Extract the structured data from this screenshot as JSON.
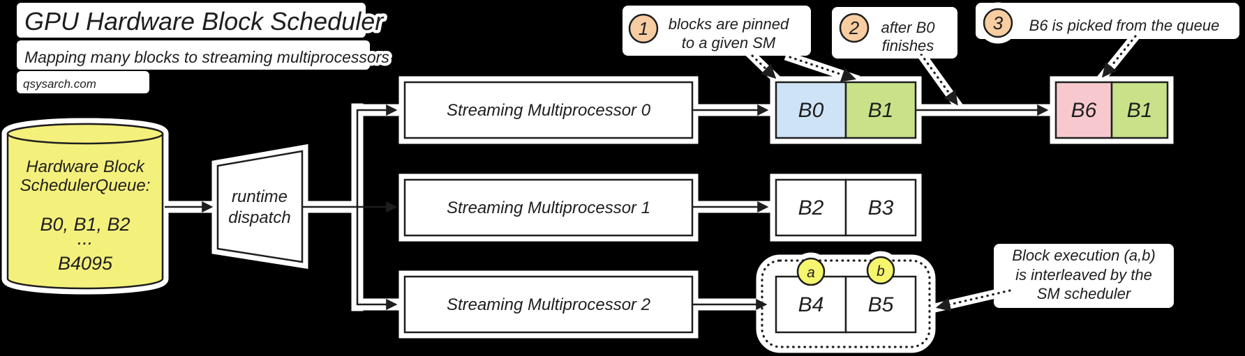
{
  "header": {
    "title": "GPU Hardware Block Scheduler",
    "subtitle": "Mapping many blocks to streaming multiprocessors",
    "site": "qsysarch.com"
  },
  "queue": {
    "title1": "Hardware Block",
    "title2": "SchedulerQueue:",
    "row1": "B0, B1, B2",
    "row2": "...",
    "row3": "B4095",
    "fill": "#f4f07c"
  },
  "dispatch": {
    "line1": "runtime",
    "line2": "dispatch"
  },
  "sms": [
    {
      "label": "Streaming Multiprocessor 0"
    },
    {
      "label": "Streaming Multiprocessor 1"
    },
    {
      "label": "Streaming Multiprocessor 2"
    }
  ],
  "blocks": {
    "sm0": [
      {
        "label": "B0",
        "fill": "#cfe3f6"
      },
      {
        "label": "B1",
        "fill": "#c9e28a"
      }
    ],
    "sm0_next": [
      {
        "label": "B6",
        "fill": "#f7c9ce"
      },
      {
        "label": "B1",
        "fill": "#c9e28a"
      }
    ],
    "sm1": [
      {
        "label": "B2",
        "fill": "#ffffff"
      },
      {
        "label": "B3",
        "fill": "#ffffff"
      }
    ],
    "sm2": [
      {
        "label": "B4",
        "fill": "#ffffff"
      },
      {
        "label": "B5",
        "fill": "#ffffff"
      }
    ]
  },
  "callouts": {
    "c1": {
      "num": "1",
      "line1": "blocks are pinned",
      "line2": "to a given SM",
      "badge_fill": "#f8cda2"
    },
    "c2": {
      "num": "2",
      "line1": "after B0",
      "line2": "finishes",
      "badge_fill": "#f8cda2"
    },
    "c3": {
      "num": "3",
      "line1": "B6 is picked from the queue",
      "badge_fill": "#f8cda2"
    },
    "interleave": {
      "line1": "Block execution (a,b)",
      "line2": "is interleaved by the",
      "line3": "SM scheduler"
    }
  },
  "slots": {
    "a": {
      "label": "a",
      "fill": "#f6f56e"
    },
    "b": {
      "label": "b",
      "fill": "#f6f56e"
    }
  },
  "colors": {
    "background": "#000000",
    "ink": "#1e1e1e",
    "halo": "#ffffff"
  }
}
